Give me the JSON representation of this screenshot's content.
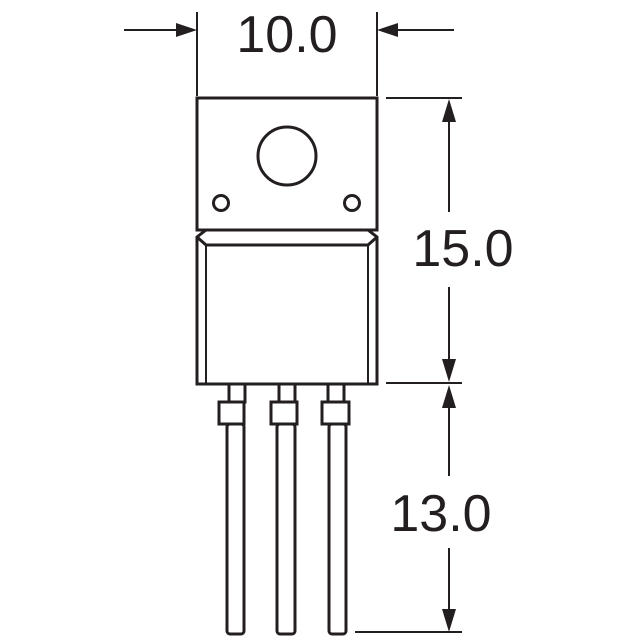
{
  "dimensions": {
    "width": "10.0",
    "height": "15.0",
    "lead_length": "13.0"
  },
  "colors": {
    "stroke": "#231f20",
    "background": "#ffffff"
  }
}
